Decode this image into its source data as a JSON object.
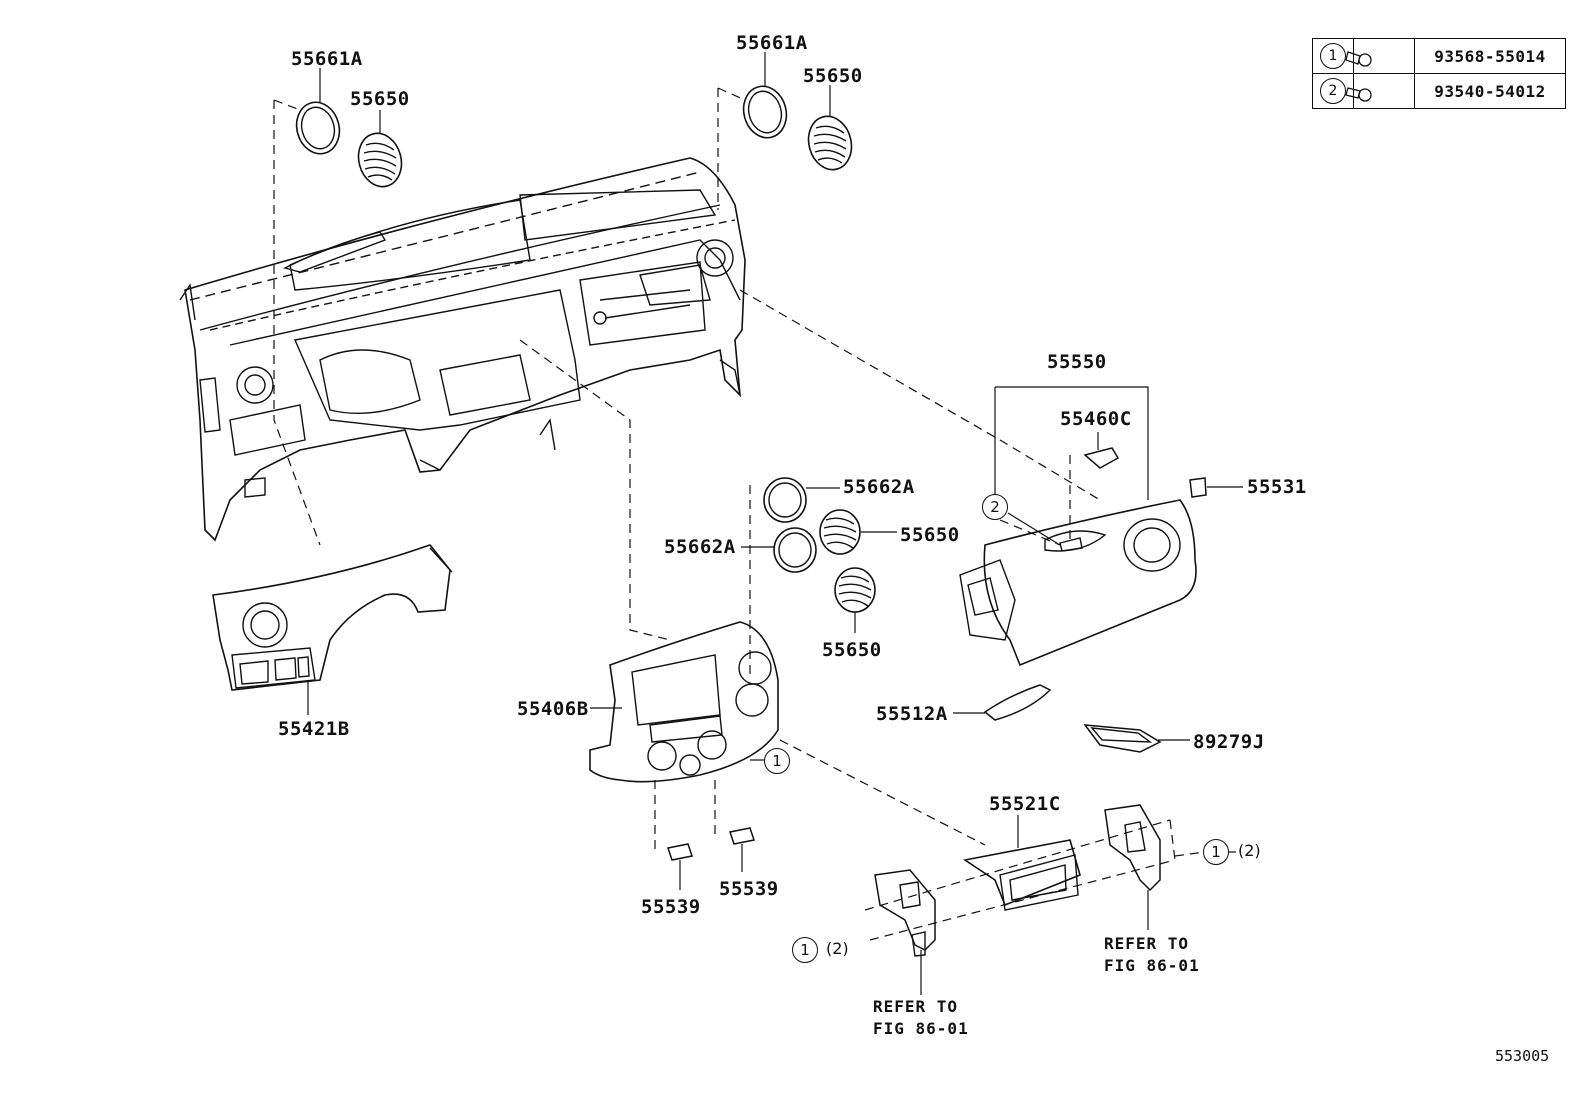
{
  "legend": {
    "rows": [
      {
        "num": "1",
        "part": "93568-55014",
        "icon": "screw-with-washer-icon"
      },
      {
        "num": "2",
        "part": "93540-54012",
        "icon": "tapping-screw-icon"
      }
    ]
  },
  "labels": {
    "p55661A_left": "55661A",
    "p55650_left": "55650",
    "p55661A_right": "55661A",
    "p55650_right": "55650",
    "p55550": "55550",
    "p55460C": "55460C",
    "p55531": "55531",
    "p55662A_top": "55662A",
    "p55662A_mid": "55662A",
    "p55650_center": "55650",
    "p55650_lower": "55650",
    "p55421B": "55421B",
    "p55406B": "55406B",
    "p55512A": "55512A",
    "p89279J": "89279J",
    "p55521C": "55521C",
    "p55539_a": "55539",
    "p55539_b": "55539"
  },
  "callouts": {
    "one": "1",
    "two": "2",
    "paren_two": "(2)"
  },
  "notes": {
    "refer_right_l1": "REFER TO",
    "refer_right_l2": "FIG 86-01",
    "refer_left_l1": "REFER TO",
    "refer_left_l2": "FIG 86-01"
  },
  "figure_ref": "553005"
}
